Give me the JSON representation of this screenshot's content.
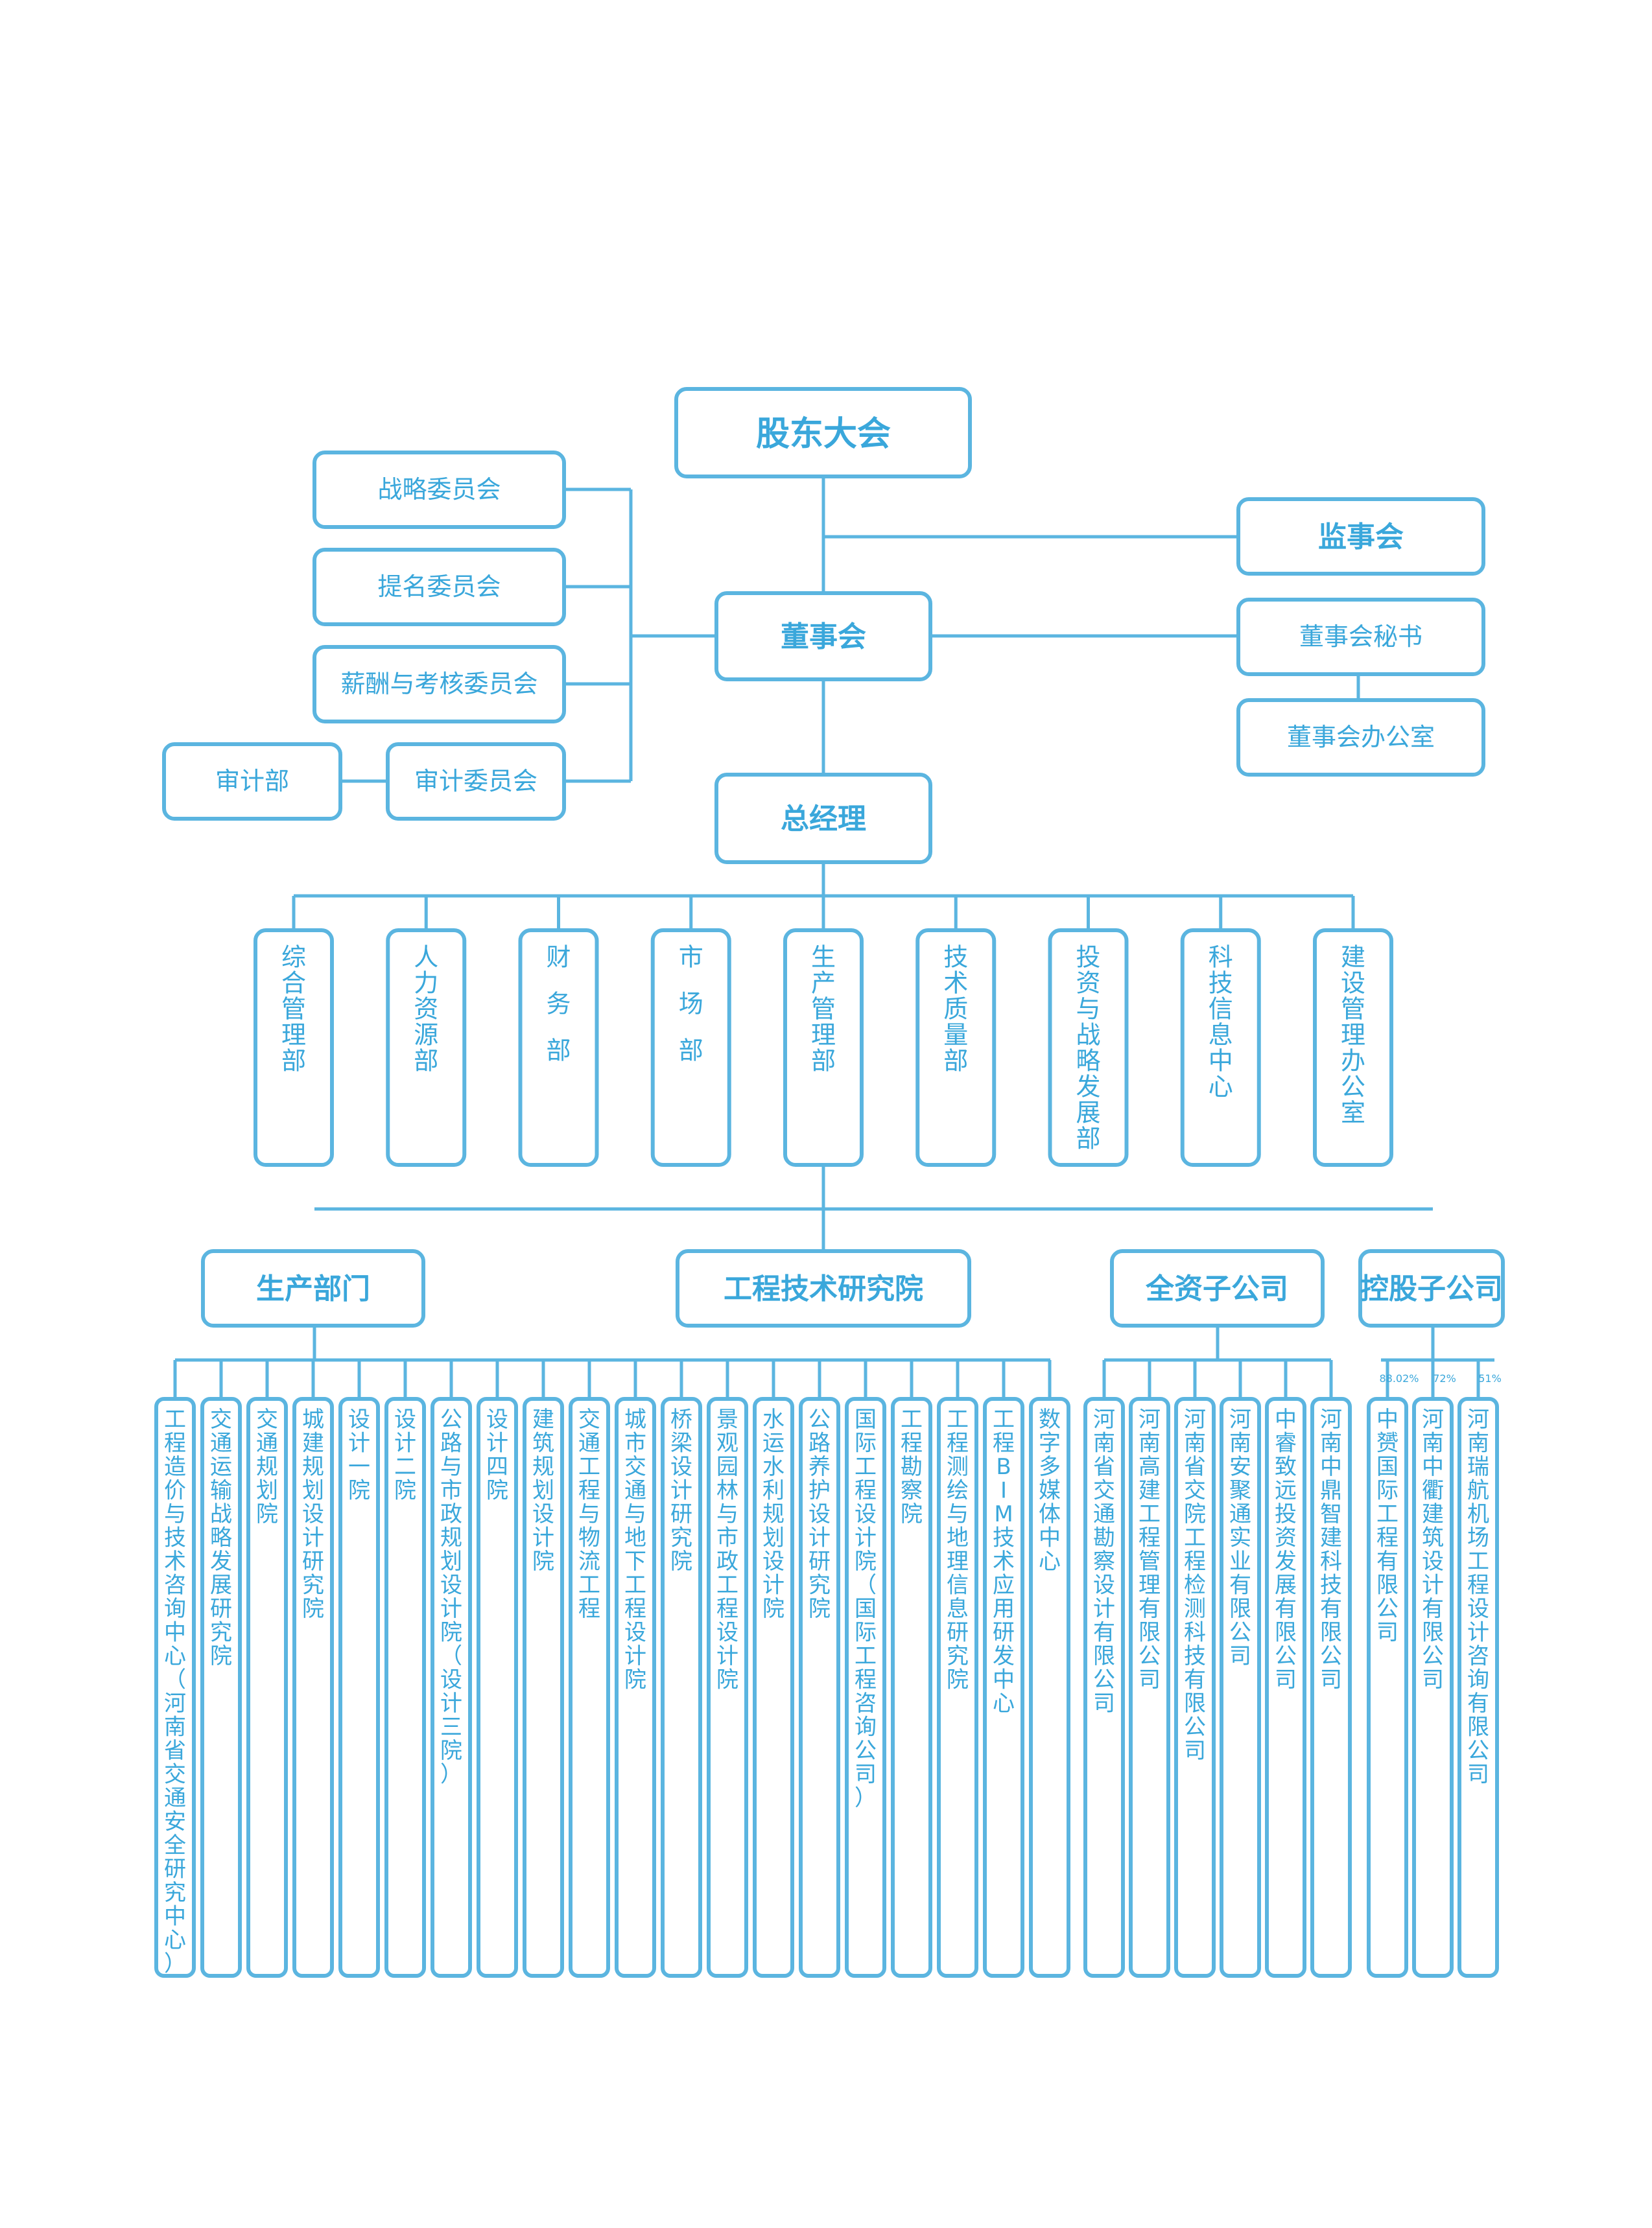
{
  "top": {
    "shareholders": "股东大会",
    "supervisors": "监事会",
    "board": "董事会",
    "board_secretary": "董事会秘书",
    "board_office": "董事会办公室",
    "gm": "总经理"
  },
  "committees": [
    "战略委员会",
    "提名委员会",
    "薪酬与考核委员会",
    "审计委员会"
  ],
  "audit_dept": "审计部",
  "departments": [
    "综合管理部",
    "人力资源部",
    "财务部",
    "市场部",
    "生产管理部",
    "技术质量部",
    "投资与战略发展部",
    "科技信息中心",
    "建设管理办公室"
  ],
  "categories": {
    "production": "生产部门",
    "research": "工程技术研究院",
    "wholly_owned": "全资子公司",
    "holding": "控股子公司"
  },
  "production_units": [
    "工程造价与技术咨询中心（河南省交通安全研究中心）",
    "交通运输战略发展研究院",
    "交通规划院",
    "城建规划设计研究院",
    "设计一院",
    "设计二院",
    "公路与市政规划设计院（设计三院）",
    "设计四院",
    "建筑规划设计院",
    "交通工程与物流工程",
    "城市交通与地下工程设计院",
    "桥梁设计研究院",
    "景观园林与市政工程设计院",
    "水运水利规划设计院",
    "公路养护设计研究院",
    "国际工程设计院（国际工程咨询公司）",
    "工程勘察院",
    "工程测绘与地理信息研究院",
    "工程BIM技术应用研发中心",
    "数字多媒体中心"
  ],
  "wholly_owned_companies": [
    "河南省交通勘察设计有限公司",
    "河南高建工程管理有限公司",
    "河南省交院工程检测科技有限公司",
    "河南安聚通实业有限公司",
    "中睿致远投资发展有限公司",
    "河南中鼎智建科技有限公司"
  ],
  "holding_companies": [
    {
      "name": "中赟国际工程有限公司",
      "share": "88.02%"
    },
    {
      "name": "河南中衢建筑设计有限公司",
      "share": "72%"
    },
    {
      "name": "河南瑞航机场工程设计咨询有限公司",
      "share": "51%"
    }
  ],
  "colors": {
    "line": "#5bb5e0",
    "text": "#3aa7db",
    "background": "#ffffff"
  }
}
